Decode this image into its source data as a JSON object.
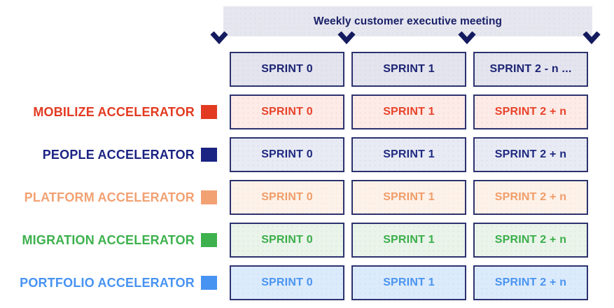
{
  "banner": {
    "label": "Weekly customer executive meeting"
  },
  "header_cells": [
    "SPRINT 0",
    "SPRINT 1",
    "SPRINT 2 - n ..."
  ],
  "rows": [
    {
      "label": "MOBILIZE ACCELERATOR",
      "accent": "#e23b22",
      "cell_bg": "#fcebe7",
      "cell_text": "#e8432b",
      "cell_dot": "rgba(226,59,34,0.10)",
      "cells": [
        "SPRINT 0",
        "SPRINT 1",
        "SPRINT 2 + n"
      ]
    },
    {
      "label": "PEOPLE ACCELERATOR",
      "accent": "#1b2383",
      "cell_bg": "#e9ebf4",
      "cell_text": "#1e2a80",
      "cell_dot": "rgba(27,35,131,0.08)",
      "cells": [
        "SPRINT 0",
        "SPRINT 1",
        "SPRINT 2 + n"
      ]
    },
    {
      "label": "PLATFORM ACCELERATOR",
      "accent": "#f2a173",
      "cell_bg": "#fdf2e9",
      "cell_text": "#f09d69",
      "cell_dot": "rgba(242,161,115,0.15)",
      "cells": [
        "SPRINT 0",
        "SPRINT 1",
        "SPRINT 2 + n"
      ]
    },
    {
      "label": "MIGRATION ACCELERATOR",
      "accent": "#3db14d",
      "cell_bg": "#eaf4ea",
      "cell_text": "#3bae4b",
      "cell_dot": "rgba(61,177,77,0.12)",
      "cells": [
        "SPRINT 0",
        "SPRINT 1",
        "SPRINT 2 + n"
      ]
    },
    {
      "label": "PORTFOLIO ACCELERATOR",
      "accent": "#4793f2",
      "cell_bg": "#dcebfb",
      "cell_text": "#4a94f0",
      "cell_dot": "rgba(71,147,242,0.12)",
      "cells": [
        "SPRINT 0",
        "SPRINT 1",
        "SPRINT 2 + n"
      ]
    }
  ],
  "colors": {
    "banner_bg": "#e6e6ef",
    "banner_text": "#1a2068",
    "header_cell_bg": "#e3e4ee",
    "header_cell_text": "#1d2474",
    "cell_border": "#2d336f",
    "chevron": "#141a5e"
  },
  "layout": {
    "chevron_lefts": [
      300,
      482,
      654,
      832
    ],
    "row_tops": [
      135,
      196,
      257,
      318,
      379
    ]
  }
}
